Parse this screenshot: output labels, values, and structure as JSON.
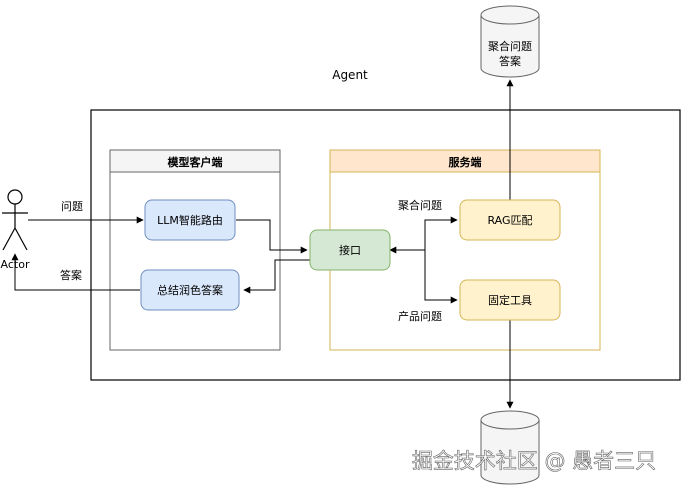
{
  "agent_label": "Agent",
  "actor_label": "Actor",
  "client": {
    "title": "模型客户端",
    "router": "LLM智能路由",
    "summarizer": "总结润色答案"
  },
  "server": {
    "title": "服务端",
    "rag": "RAG匹配",
    "tool": "固定工具"
  },
  "interface": "接口",
  "db_top": {
    "line1": "聚合问题",
    "line2": "答案"
  },
  "edges": {
    "question": "问题",
    "answer": "答案",
    "aggregate_question": "聚合问题",
    "product_question": "产品问题"
  },
  "watermark": "掘金技术社区 @ 愚者三只",
  "colors": {
    "blue_fill": "#dae8fc",
    "blue_stroke": "#6c8ebf",
    "green_fill": "#d5e8d4",
    "green_stroke": "#82b366",
    "yellow_fill": "#fff2cc",
    "yellow_stroke": "#d6b656",
    "server_header": "#ffe6cc",
    "server_stroke": "#d79b00",
    "client_header": "#f5f5f5",
    "client_stroke": "#666666"
  }
}
